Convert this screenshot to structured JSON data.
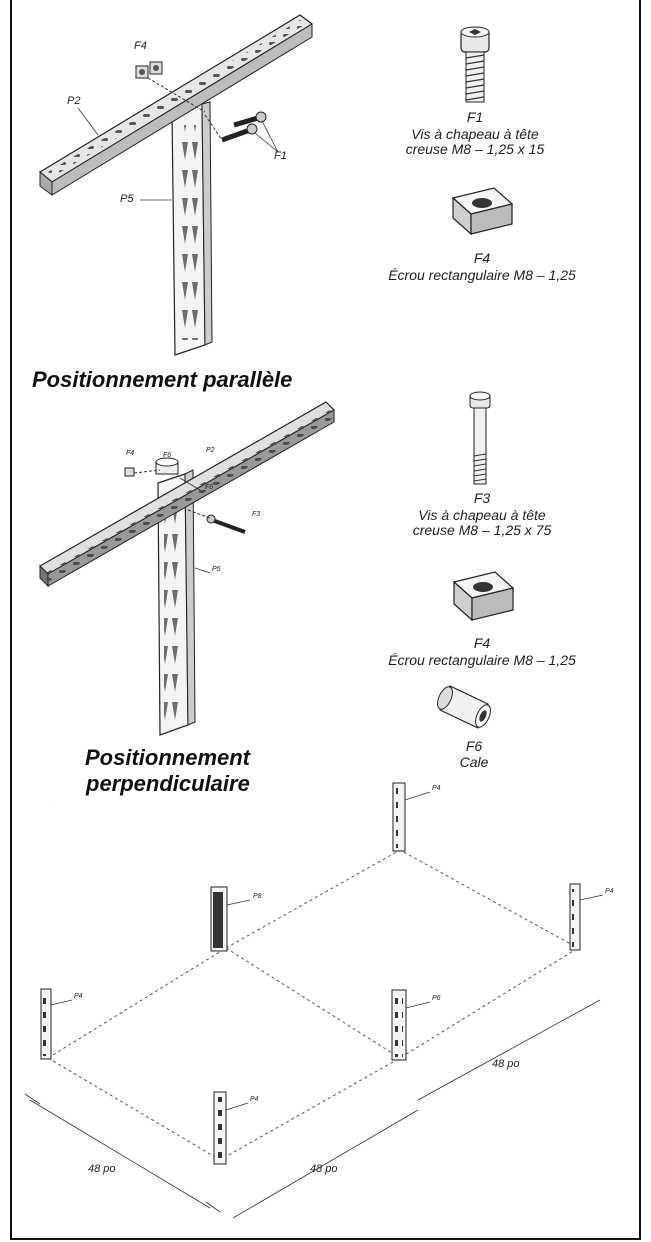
{
  "section1": {
    "title": "Positionnement parallèle",
    "callouts": {
      "p2": "P2",
      "p5": "P5",
      "f4": "F4",
      "f1": "F1"
    },
    "parts": [
      {
        "code": "F1",
        "line1": "Vis à chapeau à tête",
        "line2": "creuse M8 – 1,25 x 15",
        "icon": "cap-screw-icon"
      },
      {
        "code": "F4",
        "line1": "Écrou rectangulaire M8 – 1,25",
        "line2": "",
        "icon": "square-nut-icon"
      }
    ]
  },
  "section2": {
    "title_line1": "Positionnement",
    "title_line2": "perpendiculaire",
    "callouts": {
      "f4": "F4",
      "f6a": "F6",
      "p2": "P2",
      "f6b": "F6",
      "f3": "F3",
      "p5": "P5"
    },
    "parts": [
      {
        "code": "F3",
        "line1": "Vis à chapeau à tête",
        "line2": "creuse M8 – 1,25 x 75",
        "icon": "long-cap-screw-icon"
      },
      {
        "code": "F4",
        "line1": "Écrou rectangulaire M8 – 1,25",
        "line2": "",
        "icon": "square-nut-icon"
      },
      {
        "code": "F6",
        "line1": "Cale",
        "line2": "",
        "icon": "spacer-icon"
      }
    ]
  },
  "section3": {
    "posts": {
      "back": "P4",
      "mid_left": "P8",
      "right": "P4",
      "left": "P4",
      "center": "P6",
      "front": "P4"
    },
    "dimensions": {
      "d1": "48 po",
      "d2": "48 po",
      "d3": "48 po"
    }
  }
}
